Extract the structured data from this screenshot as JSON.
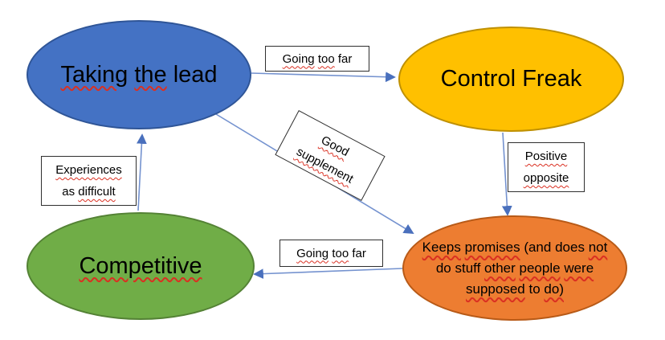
{
  "colors": {
    "background": "#ffffff",
    "node_blue_fill": "#4472C4",
    "node_blue_border": "#2F5597",
    "node_yellow_fill": "#FFC000",
    "node_yellow_border": "#BF9000",
    "node_green_fill": "#70AD47",
    "node_green_border": "#548235",
    "node_orange_fill": "#ED7D31",
    "node_orange_border": "#B85A17",
    "arrow_line": "#7492cf",
    "arrow_head": "#4a70bd",
    "label_border": "#2f2f2f",
    "label_background": "#ffffff",
    "spellcheck_squiggle": "#da3022",
    "text": "#000000"
  },
  "nodes": {
    "taking_the_lead": {
      "text": "Taking the lead",
      "lines": [
        [
          {
            "t": "Taking",
            "sq": true
          },
          {
            "t": "the",
            "sq": true
          },
          {
            "t": "lead",
            "sq": false
          }
        ]
      ]
    },
    "control_freak": {
      "text": "Control Freak",
      "lines": [
        [
          {
            "t": "Control",
            "sq": false
          },
          {
            "t": "Freak",
            "sq": false
          }
        ]
      ]
    },
    "competitive": {
      "text": "Competitive",
      "lines": [
        [
          {
            "t": "Competitive",
            "sq": true
          }
        ]
      ]
    },
    "keeps_promises": {
      "text": "Keeps promises (and does not do stuff other people were supposed to do)",
      "lines": [
        [
          {
            "t": "Keeps",
            "sq": true
          },
          {
            "t": "promises",
            "sq": true
          },
          {
            "t": "(and",
            "sq": false
          },
          {
            "t": "does",
            "sq": false
          },
          {
            "t": "not",
            "sq": true
          }
        ],
        [
          {
            "t": "do",
            "sq": false
          },
          {
            "t": "stuff",
            "sq": false
          },
          {
            "t": "other",
            "sq": true
          },
          {
            "t": "people",
            "sq": true
          },
          {
            "t": "were",
            "sq": true
          }
        ],
        [
          {
            "t": "supposed",
            "sq": true
          },
          {
            "t": "to",
            "sq": false
          },
          {
            "t": "do)",
            "sq": true
          }
        ]
      ]
    }
  },
  "labels": {
    "going_too_far_top": {
      "text": "Going too far",
      "lines": [
        [
          {
            "t": "Going",
            "sq": true
          },
          {
            "t": "too",
            "sq": true
          },
          {
            "t": "far",
            "sq": false
          }
        ]
      ]
    },
    "good_supplement": {
      "text": "Good supplement",
      "lines": [
        [
          {
            "t": "Good",
            "sq": true
          }
        ],
        [
          {
            "t": "supplement",
            "sq": true
          }
        ]
      ]
    },
    "positive_opposite": {
      "text": "Positive opposite",
      "lines": [
        [
          {
            "t": "Positive",
            "sq": true
          }
        ],
        [
          {
            "t": "opposite",
            "sq": true
          }
        ]
      ]
    },
    "experiences_as_difficult": {
      "text": "Experiences as difficult",
      "lines": [
        [
          {
            "t": "Experiences",
            "sq": true
          }
        ],
        [
          {
            "t": "as",
            "sq": false
          },
          {
            "t": "difficult",
            "sq": true
          }
        ]
      ]
    },
    "going_too_far_bottom": {
      "text": "Going too far",
      "lines": [
        [
          {
            "t": "Going",
            "sq": true
          },
          {
            "t": "too",
            "sq": true
          },
          {
            "t": "far",
            "sq": false
          }
        ]
      ]
    }
  },
  "edges": [
    {
      "from": "Taking the lead",
      "to": "Control Freak",
      "label": "Going too far"
    },
    {
      "from": "Control Freak",
      "to": "Keeps promises (and does not do stuff other people were supposed to do)",
      "label": "Positive opposite"
    },
    {
      "from": "Taking the lead",
      "to": "Keeps promises (and does not do stuff other people were supposed to do)",
      "label": "Good supplement"
    },
    {
      "from": "Keeps promises (and does not do stuff other people were supposed to do)",
      "to": "Competitive",
      "label": "Going too far"
    },
    {
      "from": "Competitive",
      "to": "Taking the lead",
      "label": "Experiences as difficult"
    }
  ]
}
